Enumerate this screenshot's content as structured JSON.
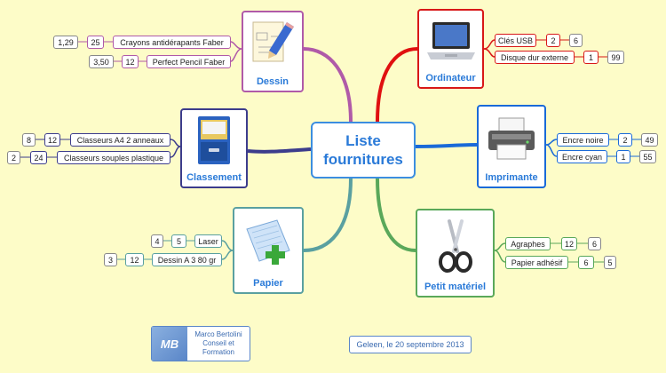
{
  "central": {
    "line1": "Liste",
    "line2": "fournitures"
  },
  "topics": {
    "dessin": {
      "title": "Dessin",
      "icon": "pencil-drawing-icon",
      "color": "#b05aa8"
    },
    "classement": {
      "title": "Classement",
      "icon": "filing-cabinet-icon",
      "color": "#3c3c8c"
    },
    "papier": {
      "title": "Papier",
      "icon": "paper-pad-icon",
      "color": "#5aa0a0"
    },
    "ordinateur": {
      "title": "Ordinateur",
      "icon": "laptop-icon",
      "color": "#d81818"
    },
    "imprimante": {
      "title": "Imprimante",
      "icon": "printer-icon",
      "color": "#1a6ad8"
    },
    "petit": {
      "title": "Petit matériel",
      "icon": "scissors-icon",
      "color": "#5aa85a"
    }
  },
  "dessin_items": [
    {
      "label": "Crayons antidérapants Faber",
      "qty": "25",
      "price": "1,29"
    },
    {
      "label": "Perfect Pencil Faber",
      "qty": "12",
      "price": "3,50"
    }
  ],
  "classement_items": [
    {
      "label": "Classeurs A4 2 anneaux",
      "qty": "12",
      "price": "8"
    },
    {
      "label": "Classeurs souples plastique",
      "qty": "24",
      "price": "2"
    }
  ],
  "papier_items": [
    {
      "label": "Laser",
      "qty": "5",
      "price": "4"
    },
    {
      "label": "Dessin A 3 80 gr",
      "qty": "12",
      "price": "3"
    }
  ],
  "ordinateur_items": [
    {
      "label": "Clés USB",
      "qty": "2",
      "price": "6"
    },
    {
      "label": "Disque dur externe",
      "qty": "1",
      "price": "99"
    }
  ],
  "imprimante_items": [
    {
      "label": "Encre noire",
      "qty": "2",
      "price": "49"
    },
    {
      "label": "Encre cyan",
      "qty": "1",
      "price": "55"
    }
  ],
  "petit_items": [
    {
      "label": "Agraphes",
      "qty": "12",
      "price": "6"
    },
    {
      "label": "Papier adhésif",
      "qty": "6",
      "price": "5"
    }
  ],
  "footer": {
    "logo_text": "MB",
    "author_line1": "Marco Bertolini",
    "author_line2": "Conseil et",
    "author_line3": "Formation",
    "date": "Geleen, le 20 septembre 2013"
  }
}
